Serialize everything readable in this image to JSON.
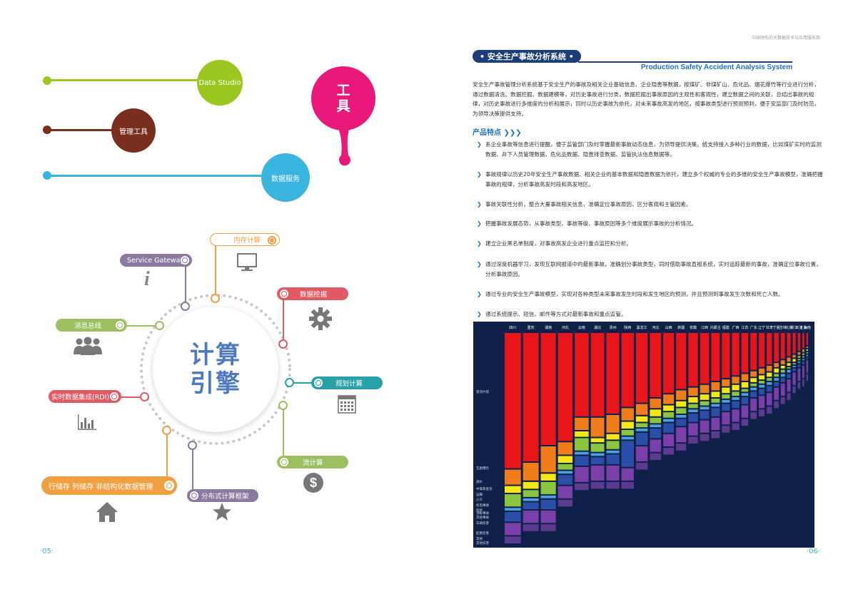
{
  "left": {
    "tools": {
      "title": "工具",
      "data_studio": "Data Studio",
      "management": "管理工具",
      "data_service": "数据服务"
    },
    "engine": {
      "line1": "计算",
      "line2": "引擎",
      "items": {
        "memory": "内存计算",
        "gateway": "Service Gateway",
        "mining": "数据挖掘",
        "msgbus": "消息总线",
        "planning": "规划计算",
        "rdi": "实时数据集成(RDI)",
        "stream": "流计算",
        "storage": "行储存  列储存  非结构化数据管理",
        "distributed": "分布式计算框架"
      }
    },
    "page_number": "·05·"
  },
  "right": {
    "header_small": "中国领先的大数据技术与应用服务商",
    "title": "• 安全生产事故分析系统 •",
    "en_title": "Production Safety Accident Analysis System",
    "intro": "安全生产事故管理分析系统基于安全生产的事故及相关企业基础信息、企业隐患等数据，按煤矿、非煤矿山、危化品、烟花爆竹等行业进行分析，通过数据清洗、数据挖掘、数据建模等，对历史事故进行分类，数据挖掘出事故原因的主观性和客观性，建立数据之间的关联，总结出事故的规律，对历史事故进行多维度的分析和展示，同时以历史事故为依托，对未来事故高发的地区，按事故类型进行预测预判，便于安监部门及时防范，为领导决策提供支持。",
    "features_title": "产品特点 ❯❯❯",
    "features": [
      "系企业事故等信息进行提醒，便于监管部门及时掌握最新事故动态信息，为领导提供决策。统支持接入多种行业的数据，比如煤矿实时的监测数据、井下人员管理数据、危化品数据、隐患排查数据、监管执法信息数据等。",
      "事故规律以历史20年安全生产事故数据、相关企业的基本数据和隐患数据为依托，建立多个权威的专业的多维的安全生产事故模型，准确把握事故的规律，分析事故高发时段和高发地区。",
      "事故关联性分析，整合大量事故相关信息，准确定位事故原因，区分客观和主管因素。",
      "把握事故发展态势，从事故类型、事故等级、事故原因等多个维度展示事故的分析情况。",
      "建立企业黑名单制度，对事故高发企业进行重点监控和分析。",
      "通过深度机器学习，发现互联网报道中的最新事故，准确划分事故类型，同时借助事故直报系统，实时追踪最新的事故，准确定位事故位置，分析事故原因。",
      "通过专业的安全生产事故模型，实现对各种类型未来事故发生时段和发生地区的预测，并且预测到事故发生次数和死亡人数。",
      "通过系统提示、短信、邮件等方式对最新事故和重点监管。"
    ],
    "page_number": "·06·"
  },
  "chart_data": {
    "type": "bar",
    "stacked": true,
    "title": "",
    "categories": [
      "四川",
      "重庆",
      "湖南",
      "河北",
      "云南",
      "湖北",
      "贵州",
      "陕西",
      "黑龙江",
      "河北",
      "山西",
      "新疆",
      "安徽",
      "江西",
      "内蒙古",
      "福建",
      "广西",
      "江苏",
      "广东",
      "辽宁",
      "甘肃",
      "宁夏",
      "吉林",
      "北京",
      "浙江",
      "天津",
      "上海",
      "海南"
    ],
    "segment_labels": [
      "冒顶片帮",
      "瓦斯爆炸",
      "透水",
      "中毒和窒息",
      "运输",
      "火灾",
      "机电事故",
      "放炮",
      "顶板事故",
      "其他事故",
      "车辆伤害",
      "起重伤害",
      "其他",
      "其他伤害"
    ],
    "segment_colors": [
      "#e8151b",
      "#f07d1a",
      "#f5e615",
      "#8cc63f",
      "#4aa3df",
      "#2b4fa8",
      "#7a3fa8",
      "#5b3a8f"
    ],
    "series": [
      {
        "values": [
          100,
          95,
          83,
          80,
          62,
          62,
          60,
          55,
          52,
          48,
          45,
          42,
          40,
          38,
          36,
          34,
          32,
          30,
          28,
          26,
          24,
          22,
          20,
          18,
          16,
          14,
          12,
          10
        ]
      },
      {
        "values": [
          12,
          14,
          20,
          10,
          10,
          15,
          14,
          10,
          9,
          8,
          8,
          8,
          7,
          7,
          7,
          6,
          6,
          6,
          5,
          5,
          5,
          4,
          4,
          4,
          3,
          3,
          3,
          2
        ]
      },
      {
        "values": [
          6,
          6,
          6,
          6,
          5,
          4,
          5,
          6,
          5,
          6,
          5,
          5,
          5,
          5,
          5,
          5,
          5,
          5,
          4,
          4,
          4,
          4,
          3,
          3,
          3,
          2,
          2,
          2
        ]
      },
      {
        "values": [
          10,
          6,
          10,
          5,
          10,
          7,
          7,
          5,
          4,
          5,
          5,
          5,
          4,
          4,
          4,
          4,
          4,
          3,
          3,
          3,
          3,
          3,
          3,
          2,
          2,
          2,
          2,
          2
        ]
      },
      {
        "values": [
          3,
          3,
          3,
          3,
          3,
          3,
          3,
          3,
          3,
          3,
          3,
          3,
          3,
          3,
          3,
          3,
          3,
          3,
          3,
          3,
          3,
          3,
          3,
          3,
          2,
          2,
          2,
          2
        ]
      },
      {
        "values": [
          8,
          6,
          8,
          8,
          8,
          6,
          8,
          20,
          10,
          8,
          8,
          6,
          7,
          7,
          7,
          6,
          6,
          6,
          5,
          5,
          5,
          4,
          4,
          4,
          3,
          3,
          3,
          2
        ]
      },
      {
        "values": [
          10,
          10,
          10,
          10,
          12,
          12,
          12,
          10,
          12,
          10,
          10,
          12,
          10,
          10,
          10,
          10,
          10,
          10,
          10,
          10,
          10,
          10,
          10,
          10,
          10,
          10,
          10,
          10
        ]
      },
      {
        "values": [
          6,
          6,
          6,
          6,
          6,
          6,
          6,
          6,
          6,
          6,
          6,
          6,
          6,
          6,
          6,
          6,
          6,
          6,
          6,
          6,
          6,
          6,
          6,
          6,
          6,
          6,
          6,
          6
        ]
      }
    ]
  }
}
